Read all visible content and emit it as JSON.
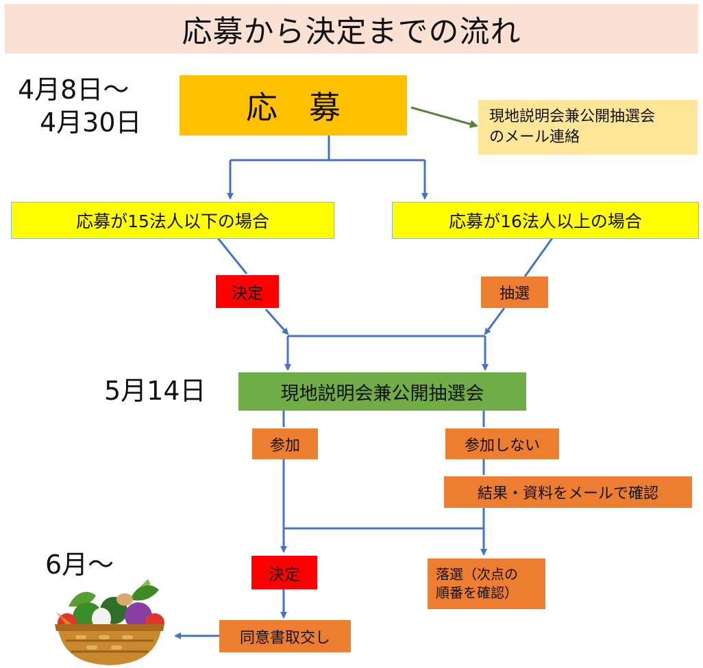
{
  "title": "応募から決定までの流れ",
  "dates": {
    "apply_line1": "4月8日～",
    "apply_line2": "4月30日",
    "meeting": "5月14日",
    "decision": "6月～"
  },
  "nodes": {
    "apply": "応　募",
    "mail_notice": "現地説明会兼公開抽選会\nのメール連絡",
    "case_15_or_less": "応募が15法人以下の場合",
    "case_16_or_more": "応募が16法人以上の場合",
    "decided_upper": "決定",
    "lottery": "抽選",
    "meeting": "現地説明会兼公開抽選会",
    "attend": "参加",
    "not_attend": "参加しない",
    "confirm_by_mail": "結果・資料をメールで確認",
    "decided_lower": "決定",
    "not_selected": "落選（次点の\n順番を確認）",
    "exchange_consent": "同意書取交し"
  },
  "colors": {
    "title_band": "#fbe0d4",
    "apply_box": "#ffc000",
    "mail_box": "#ffe699",
    "case_box": "#ffff00",
    "decided_box": "#ff0000",
    "step_box": "#ed7d31",
    "meeting_box": "#70ad47",
    "flow_arrow": "#4472c4",
    "mail_arrow": "#548235"
  },
  "icons": {
    "basket": "vegetable-basket-illustration"
  }
}
